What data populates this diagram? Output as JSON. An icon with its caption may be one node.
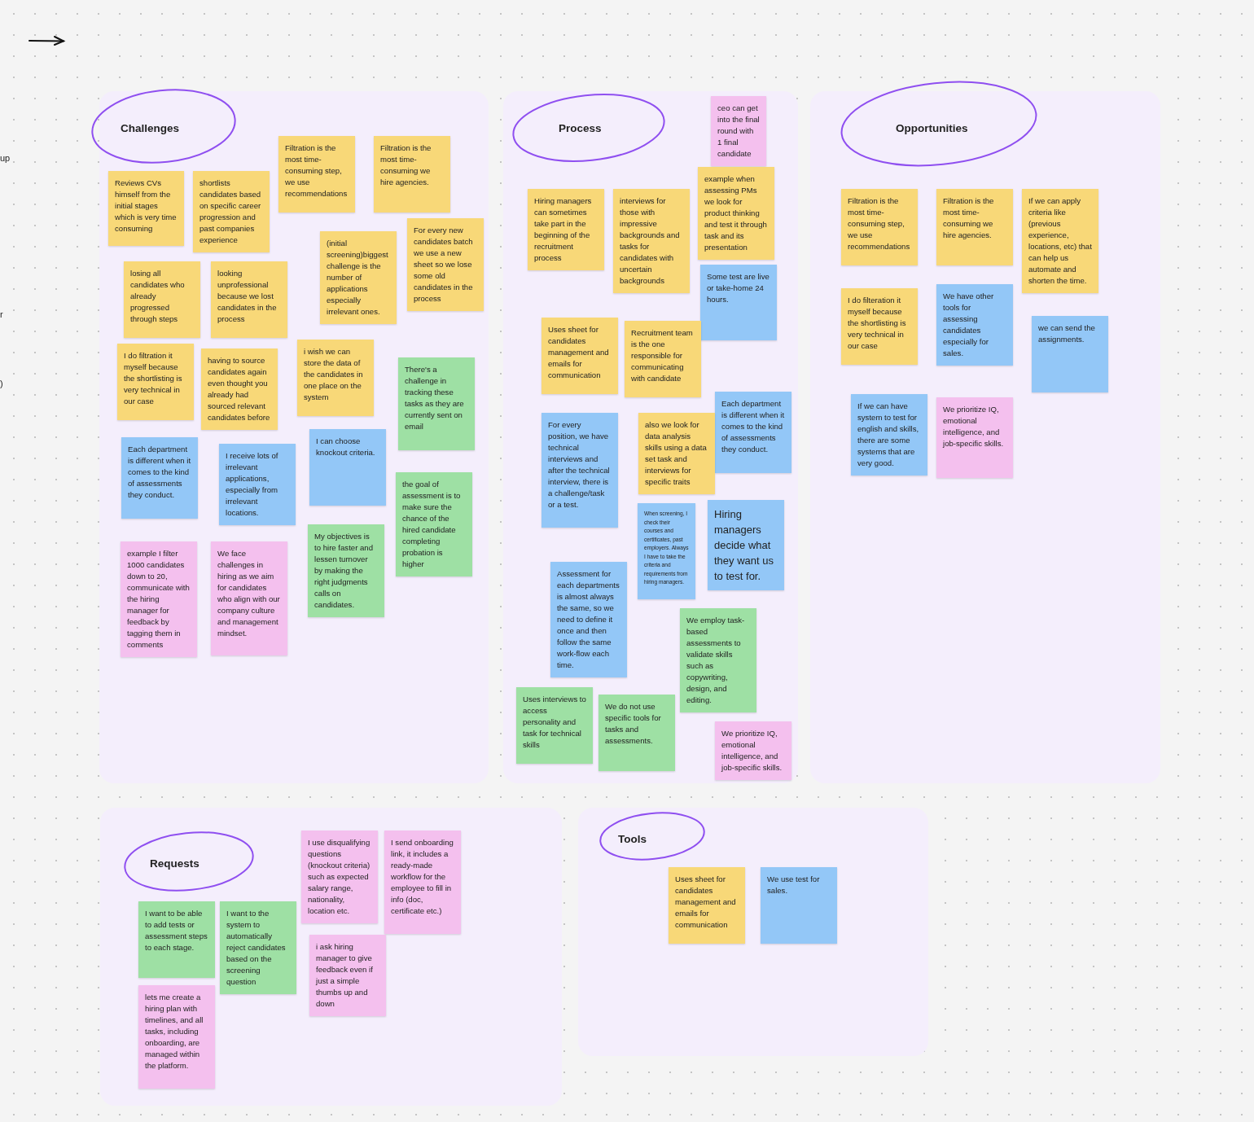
{
  "diagram": {
    "nodes": [
      {
        "text": [
          "Challenges"
        ]
      },
      {
        "text": [
          "Reviews CVs himself from the initial stages which is very time consuming"
        ],
        "in": 0
      },
      {
        "text": [
          "shortlists candidates based on specific career progression and past companies experience"
        ],
        "in": 0
      },
      {
        "text": [
          "Filtration is the most time-consuming step, we use recommendations"
        ],
        "in": 0
      },
      {
        "text": [
          "Filtration is the most time-consuming we hire agencies."
        ],
        "in": 0
      },
      {
        "text": [
          "losing all candidates who already progressed through steps"
        ],
        "in": 0
      },
      {
        "text": [
          "looking unprofessional because we lost candidates in the process"
        ],
        "in": 0
      },
      {
        "text": [
          "(initial screening)biggest challenge is the number of applications especially irrelevant ones."
        ],
        "in": 0
      },
      {
        "text": [
          "For every new candidates batch we use a new sheet so we lose some old candidates in the process"
        ],
        "in": 0
      },
      {
        "text": [
          "I do filtration it myself because the shortlisting is very technical in our case"
        ],
        "in": 0
      },
      {
        "text": [
          "having to source candidates again even thought you already had sourced relevant candidates before"
        ],
        "in": 0
      },
      {
        "text": [
          "i wish we can store the data of the candidates in one place on the system"
        ],
        "in": 0
      },
      {
        "text": [
          "There's a challenge in tracking these tasks as they are currently sent on email"
        ],
        "in": 0
      },
      {
        "text": [
          "Each department is different when it comes to the kind of assessments they conduct."
        ],
        "in": 0
      },
      {
        "text": [
          "I receive lots of irrelevant applications, especially from irrelevant locations."
        ],
        "in": 0
      },
      {
        "text": [
          "I can choose knockout criteria."
        ],
        "in": 0
      },
      {
        "text": [
          "the goal of assessment is to make sure the chance of the hired candidate completing probation is higher"
        ],
        "in": 0
      },
      {
        "text": [
          "example I filter 1000 candidates down to 20, communicate with the hiring manager for feedback by tagging them in comments"
        ],
        "in": 0
      },
      {
        "text": [
          "We face challenges in hiring as we aim for candidates who align with our company culture and management mindset."
        ],
        "in": 0
      },
      {
        "text": [
          "My objectives is to hire faster and lessen turnover by making the right judgments calls on candidates."
        ],
        "in": 0
      },
      {
        "text": [
          "Process"
        ]
      },
      {
        "text": [
          "ceo can get into the final round with 1 final candidate"
        ],
        "in": 20
      },
      {
        "text": [
          "Hiring managers can sometimes take part in the beginning of the recruitment process"
        ],
        "in": 20
      },
      {
        "text": [
          "interviews for those with impressive backgrounds and tasks for candidates with uncertain backgrounds"
        ],
        "in": 20
      },
      {
        "text": [
          "example when assessing PMs we look for product thinking and test it through task and its presentation"
        ],
        "in": 20
      },
      {
        "text": [
          "Some test are live or take-home 24 hours."
        ],
        "in": 20
      },
      {
        "text": [
          "Uses sheet for candidates management and emails for communication"
        ],
        "in": 20
      },
      {
        "text": [
          "Recruitment team is the one responsible for communicating with candidate"
        ],
        "in": 20
      },
      {
        "text": [
          "Each department is different when it comes to the kind of assessments they conduct."
        ],
        "in": 20
      },
      {
        "text": [
          "For every position, we have technical interviews and after the technical interview, there is a challenge/task or a test."
        ],
        "in": 20
      },
      {
        "text": [
          "also we look for data analysis skills using a data set task and interviews for specific traits"
        ],
        "in": 20
      },
      {
        "text": [
          "When screening, I check their courses and certificates, past employers. Always I have to take the criteria and requirements from hiring managers."
        ],
        "in": 20
      },
      {
        "text": [
          "Hiring managers decide what they want us to test for."
        ],
        "in": 20
      },
      {
        "text": [
          "Assessment for each departments is almost always the same, so we need to define it once and then follow the same work-flow each time."
        ],
        "in": 20
      },
      {
        "text": [
          "We employ task-based assessments to validate skills such as copywriting, design, and editing."
        ],
        "in": 20
      },
      {
        "text": [
          "We prioritize IQ, emotional intelligence, and job-specific skills."
        ],
        "in": 20
      },
      {
        "text": [
          "Uses interviews to access personality and task for technical skills"
        ],
        "in": 20
      },
      {
        "text": [
          "We do not use specific tools for tasks and assessments."
        ],
        "in": 20
      },
      {
        "text": [
          "Opportunities"
        ]
      },
      {
        "text": [
          "Filtration is the most time-consuming step, we use recommendations"
        ],
        "in": 38
      },
      {
        "text": [
          "Filtration is the most time-consuming we hire agencies."
        ],
        "in": 38
      },
      {
        "text": [
          "If we can apply criteria like (previous experience, locations, etc) that can help us automate and shorten the time."
        ],
        "in": 38
      },
      {
        "text": [
          "I do filteration it myself because the shortlisting is very technical in our case"
        ],
        "in": 38
      },
      {
        "text": [
          "We have other tools for assessing candidates especially for sales."
        ],
        "in": 38
      },
      {
        "text": [
          "we can send the assignments."
        ],
        "in": 38
      },
      {
        "text": [
          "If we can have system to test for english and skills, there are some systems that are very good."
        ],
        "in": 38
      },
      {
        "text": [
          "We prioritize IQ, emotional intelligence, and job-specific skills."
        ],
        "in": 38
      },
      {
        "text": [
          "Requests"
        ]
      },
      {
        "text": [
          "I use disqualifying questions (knockout criteria) such as expected salary range, nationality, location etc."
        ],
        "in": 47
      },
      {
        "text": [
          "I send onboarding link, it includes a ready-made workflow for the employee to fill in info (doc, certificate etc.)"
        ],
        "in": 47
      },
      {
        "text": [
          "I want to be able to add tests or assessment steps to each stage."
        ],
        "in": 47
      },
      {
        "text": [
          "I want to the system to automatically reject candidates based on the screening question"
        ],
        "in": 47
      },
      {
        "text": [
          "i ask hiring manager to give feedback even if just a simple thumbs up and down"
        ],
        "in": 47
      },
      {
        "text": [
          "lets me create a hiring plan with timelines, and all tasks, including onboarding, are managed within the platform."
        ],
        "in": 47
      },
      {
        "text": [
          "Tools"
        ]
      },
      {
        "text": [
          "Uses sheet for candidates management and emails for communication"
        ],
        "in": 54
      },
      {
        "text": [
          "We use test for sales."
        ],
        "in": 54
      }
    ],
    "labels": [
      "up",
      "r",
      ")"
    ]
  }
}
